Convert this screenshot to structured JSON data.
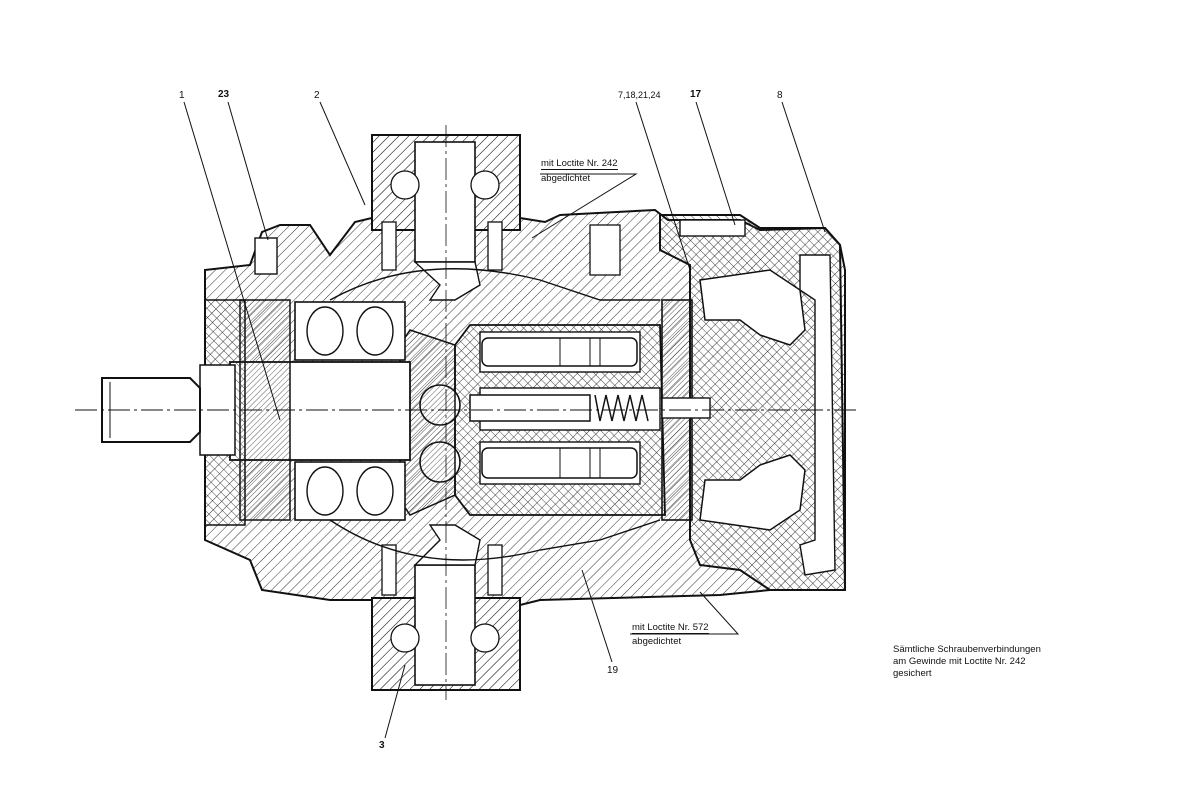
{
  "part_labels": {
    "p1": "1",
    "p23": "23",
    "p2": "2",
    "p7": "7,18,21,24",
    "p17": "17",
    "p8": "8",
    "p19": "19",
    "p3": "3"
  },
  "callouts": {
    "top_line1": "mit Loctite Nr. 242",
    "top_line2": "abgedichtet",
    "bottom_line1": "mit Loctite Nr. 572",
    "bottom_line2": "abgedichtet"
  },
  "general_note": {
    "line1": "Sämtliche Schraubenverbindungen",
    "line2": "am Gewinde mit Loctite Nr. 242",
    "line3": "gesichert"
  }
}
